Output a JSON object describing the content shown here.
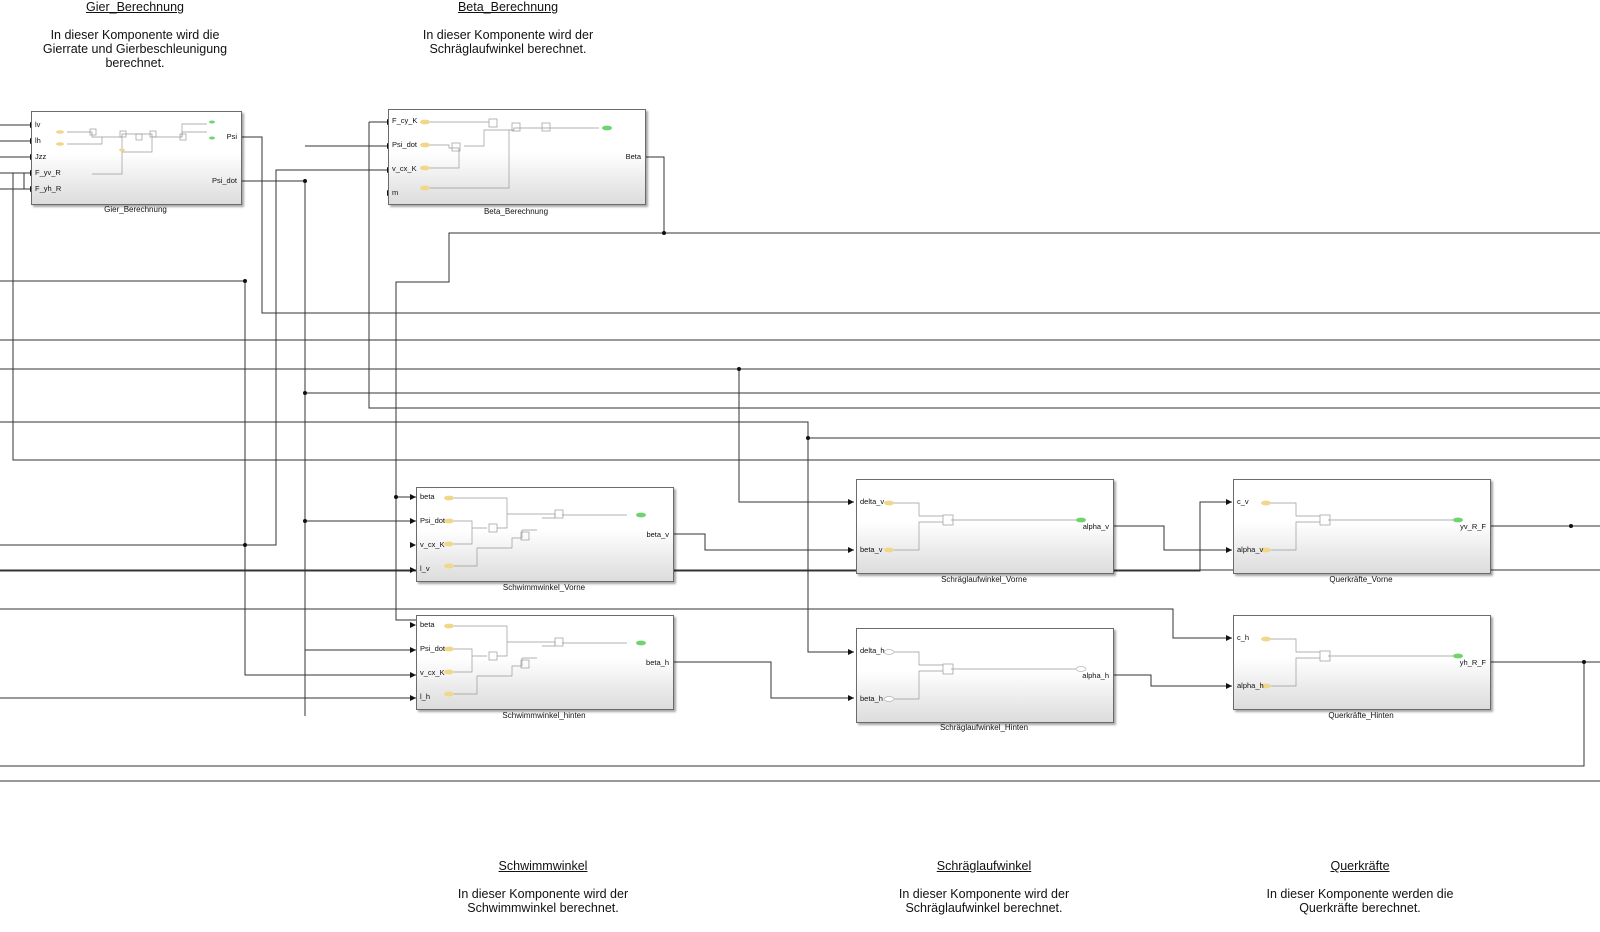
{
  "annotations": {
    "gier": {
      "title": "Gier_Berechnung",
      "line1": "In dieser Komponente wird die",
      "line2": "Gierrate und Gierbeschleunigung",
      "line3": "berechnet."
    },
    "beta": {
      "title": "Beta_Berechnung",
      "line1": "In dieser Komponente wird der",
      "line2": "Schräglaufwinkel berechnet."
    },
    "schwimm": {
      "title": "Schwimmwinkel",
      "line1": "In dieser Komponente wird der",
      "line2": "Schwimmwinkel berechnet."
    },
    "schraeg": {
      "title": "Schräglaufwinkel",
      "line1": "In dieser Komponente wird der",
      "line2": "Schräglaufwinkel berechnet."
    },
    "quer": {
      "title": "Querkräfte",
      "line1": "In dieser Komponente werden die",
      "line2": "Querkräfte berechnet."
    }
  },
  "blocks": {
    "gier": {
      "name": "Gier_Berechnung",
      "inputs": [
        "lv",
        "lh",
        "Jzz",
        "F_yv_R",
        "F_yh_R"
      ],
      "outputs": [
        "Psi",
        "Psi_dot"
      ]
    },
    "beta": {
      "name": "Beta_Berechnung",
      "inputs": [
        "F_cy_K",
        "Psi_dot",
        "v_cx_K",
        "m"
      ],
      "outputs": [
        "Beta"
      ]
    },
    "schwimm_v": {
      "name": "Schwimmwinkel_Vorne",
      "inputs": [
        "beta",
        "Psi_dot",
        "v_cx_K",
        "l_v"
      ],
      "outputs": [
        "beta_v"
      ]
    },
    "schwimm_h": {
      "name": "Schwimmwinkel_hinten",
      "inputs": [
        "beta",
        "Psi_dot",
        "v_cx_K",
        "l_h"
      ],
      "outputs": [
        "beta_h"
      ]
    },
    "schraeg_v": {
      "name": "Schräglaufwinkel_Vorne",
      "inputs": [
        "delta_v",
        "beta_v"
      ],
      "outputs": [
        "alpha_v"
      ]
    },
    "schraeg_h": {
      "name": "Schräglaufwinkel_Hinten",
      "inputs": [
        "delta_h",
        "beta_h"
      ],
      "outputs": [
        "alpha_h"
      ]
    },
    "quer_v": {
      "name": "Querkräfte_Vorne",
      "inputs": [
        "c_v",
        "alpha_v"
      ],
      "outputs": [
        "yv_R_F"
      ]
    },
    "quer_h": {
      "name": "Querkräfte_Hinten",
      "inputs": [
        "c_h",
        "alpha_h"
      ],
      "outputs": [
        "yh_R_F"
      ]
    }
  },
  "colors": {
    "wire": "#333333",
    "inport": "#f0d78a",
    "outport": "#6fd46f",
    "block_border": "#6b6b6b"
  }
}
